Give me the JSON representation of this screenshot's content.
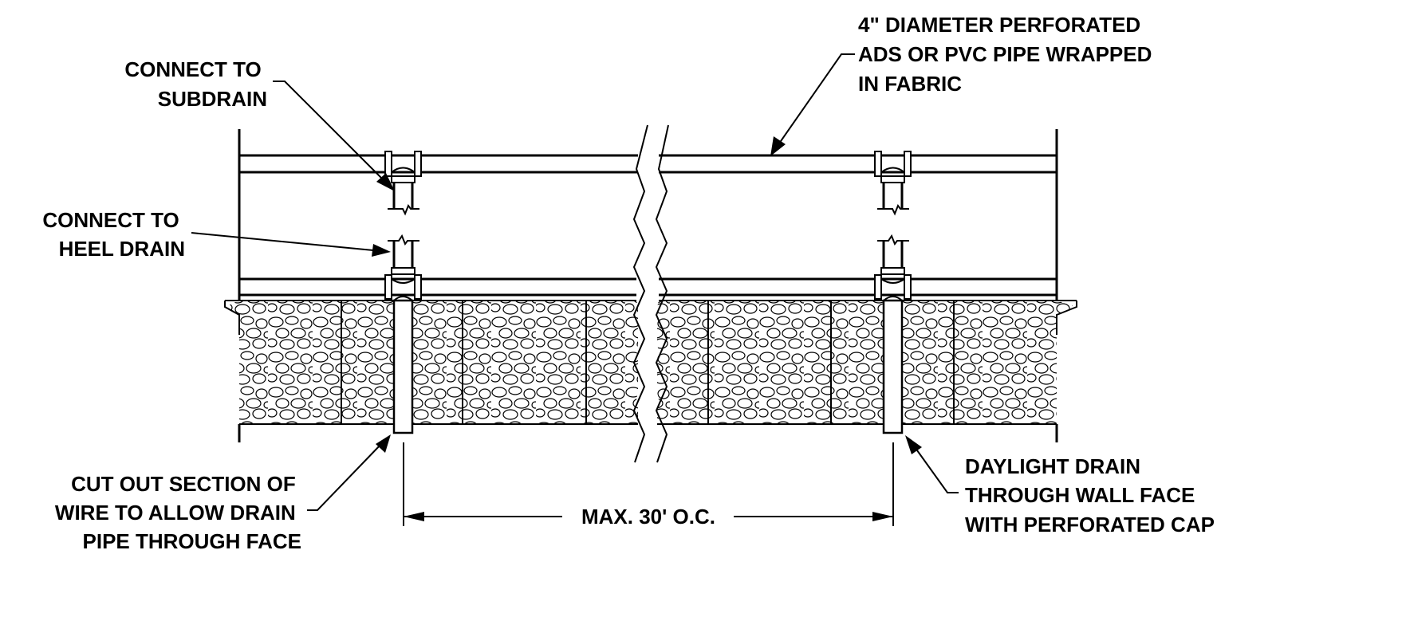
{
  "labels": {
    "pipe_spec": [
      "4\" DIAMETER PERFORATED",
      "ADS OR PVC PIPE WRAPPED",
      "IN FABRIC"
    ],
    "subdrain": [
      "CONNECT TO",
      "SUBDRAIN"
    ],
    "heel_drain": [
      "CONNECT TO",
      "HEEL DRAIN"
    ],
    "cut_out": [
      "CUT OUT SECTION OF",
      "WIRE TO ALLOW DRAIN",
      "PIPE THROUGH FACE"
    ],
    "daylight": [
      "DAYLIGHT DRAIN",
      "THROUGH WALL FACE",
      "WITH PERFORATED CAP"
    ],
    "spacing": "MAX. 30' O.C."
  },
  "colors": {
    "line": "#000000",
    "background": "#ffffff"
  }
}
